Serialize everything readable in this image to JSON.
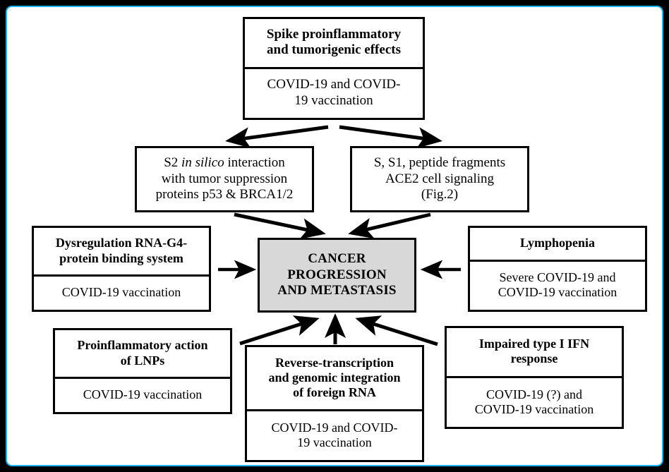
{
  "figure": {
    "border_color": "#17b5f5",
    "background_color": "#ffffff",
    "outer_color": "#000000",
    "highlight_fill": "#d8d8d8"
  },
  "nodes": {
    "spike": {
      "header_line1": "Spike proinflammatory",
      "header_line2": "and tumorigenic effects",
      "body_line1": "COVID-19 and COVID-",
      "body_line2": "19 vaccination"
    },
    "s2_in_silico": {
      "line1_pre": "S2 ",
      "line1_italic": "in silico",
      "line1_post": " interaction",
      "line2": "with tumor suppression",
      "line3": "proteins p53 & BRCA1/2"
    },
    "ace2": {
      "line1": "S, S1, peptide fragments",
      "line2": "ACE2 cell signaling",
      "line3": "(Fig.2)"
    },
    "rna_g4": {
      "header_line1": "Dysregulation RNA-G4-",
      "header_line2": "protein binding system",
      "body_line1": "COVID-19 vaccination"
    },
    "cancer": {
      "line1": "CANCER",
      "line2": "PROGRESSION",
      "line3": "AND METASTASIS"
    },
    "lymphopenia": {
      "header_line1": "Lymphopenia",
      "body_line1": "Severe COVID-19 and",
      "body_line2": "COVID-19 vaccination"
    },
    "lnp": {
      "header_line1": "Proinflammatory action",
      "header_line2": "of LNPs",
      "body_line1": "COVID-19 vaccination"
    },
    "reverse_transcription": {
      "header_line1": "Reverse-transcription",
      "header_line2": "and genomic integration",
      "header_line3": "of foreign RNA",
      "body_line1": "COVID-19 and COVID-",
      "body_line2": "19 vaccination"
    },
    "ifn": {
      "header_line1": "Impaired type I IFN",
      "header_line2": "response",
      "body_line1": "COVID-19 (?) and",
      "body_line2": "COVID-19 vaccination"
    }
  },
  "arrows": [
    {
      "name": "spike-to-s2",
      "from": "spike",
      "to": "s2_in_silico",
      "direction": "down-left"
    },
    {
      "name": "spike-to-ace2",
      "from": "spike",
      "to": "ace2",
      "direction": "down-right"
    },
    {
      "name": "s2-to-cancer",
      "from": "s2_in_silico",
      "to": "cancer",
      "direction": "down-right"
    },
    {
      "name": "ace2-to-cancer",
      "from": "ace2",
      "to": "cancer",
      "direction": "down-left"
    },
    {
      "name": "rnag4-to-cancer",
      "from": "rna_g4",
      "to": "cancer",
      "direction": "right"
    },
    {
      "name": "lymph-to-cancer",
      "from": "lymphopenia",
      "to": "cancer",
      "direction": "left"
    },
    {
      "name": "lnp-to-cancer",
      "from": "lnp",
      "to": "cancer",
      "direction": "up-right"
    },
    {
      "name": "reverse-to-cancer",
      "from": "reverse_transcription",
      "to": "cancer",
      "direction": "up"
    },
    {
      "name": "ifn-to-cancer",
      "from": "ifn",
      "to": "cancer",
      "direction": "up-left"
    }
  ]
}
